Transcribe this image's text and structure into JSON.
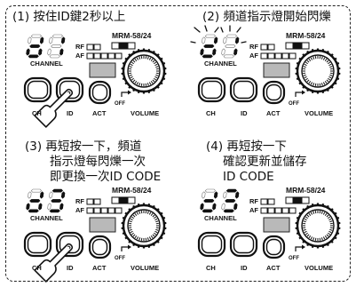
{
  "steps": [
    {
      "text_lines": [
        "(1) 按住ID鍵2秒以上"
      ],
      "digit1": "d",
      "digit2": "1",
      "blinking": false,
      "finger": true
    },
    {
      "text_lines": [
        "(2) 頻道指示燈開始閃爍"
      ],
      "digit1": "d",
      "digit2": "1",
      "blinking": true,
      "finger": false
    },
    {
      "text_lines": [
        "(3) 再短按一下，頻道",
        "指示燈每閃爍一次",
        "即更換一次ID CODE"
      ],
      "digit1": "d",
      "digit2": "3",
      "blinking": false,
      "finger": true
    },
    {
      "text_lines": [
        "(4) 再短按一下",
        "確認更新並儲存",
        "ID CODE"
      ],
      "digit1": "d",
      "digit2": "3",
      "blinking": false,
      "finger": false
    }
  ],
  "device": {
    "model": "MRM-58/24",
    "rf_label": "RF",
    "af_label": "AF",
    "channel_label": "CHANNEL",
    "ch_button_label": "CH",
    "id_button_label": "ID",
    "act_button_label": "ACT",
    "off_label": "OFF",
    "volume_label": "VOLUME"
  }
}
